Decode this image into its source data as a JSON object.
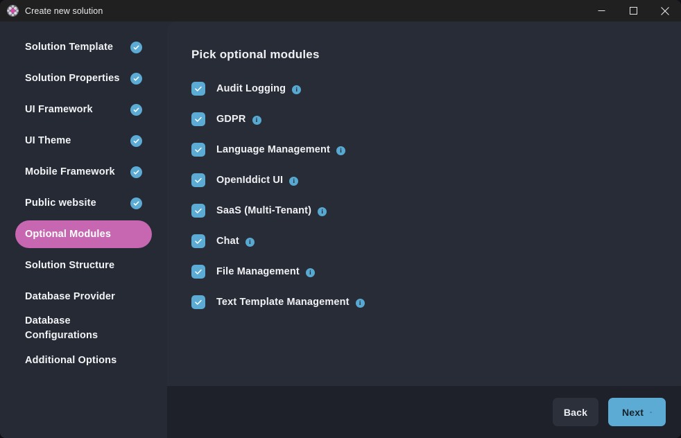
{
  "window": {
    "title": "Create new solution",
    "icon": "abp-logo-icon",
    "controls": [
      {
        "name": "minimize-button",
        "glyph": "minimize"
      },
      {
        "name": "maximize-button",
        "glyph": "maximize"
      },
      {
        "name": "close-button",
        "glyph": "close"
      }
    ]
  },
  "sidebar": {
    "items": [
      {
        "label": "Solution Template",
        "completed": true,
        "active": false
      },
      {
        "label": "Solution Properties",
        "completed": true,
        "active": false
      },
      {
        "label": "UI Framework",
        "completed": true,
        "active": false
      },
      {
        "label": "UI Theme",
        "completed": true,
        "active": false
      },
      {
        "label": "Mobile Framework",
        "completed": true,
        "active": false
      },
      {
        "label": "Public website",
        "completed": true,
        "active": false
      },
      {
        "label": "Optional Modules",
        "completed": false,
        "active": true
      },
      {
        "label": "Solution Structure",
        "completed": false,
        "active": false
      },
      {
        "label": "Database Provider",
        "completed": false,
        "active": false
      },
      {
        "label": "Database Configurations",
        "completed": false,
        "active": false
      },
      {
        "label": "Additional Options",
        "completed": false,
        "active": false
      }
    ]
  },
  "main": {
    "heading": "Pick optional modules",
    "modules": [
      {
        "label": "Audit Logging",
        "checked": true,
        "info": "i"
      },
      {
        "label": "GDPR",
        "checked": true,
        "info": "i"
      },
      {
        "label": "Language Management",
        "checked": true,
        "info": "i"
      },
      {
        "label": "OpenIddict UI",
        "checked": true,
        "info": "i"
      },
      {
        "label": "SaaS (Multi-Tenant)",
        "checked": true,
        "info": "i"
      },
      {
        "label": "Chat",
        "checked": true,
        "info": "i"
      },
      {
        "label": "File Management",
        "checked": true,
        "info": "i"
      },
      {
        "label": "Text Template Management",
        "checked": true,
        "info": "i"
      }
    ]
  },
  "footer": {
    "back_label": "Back",
    "next_label": "Next"
  },
  "colors": {
    "titlebar_bg": "#202020",
    "sidebar_bg": "#252a35",
    "panel_bg": "#282c36",
    "footer_bg": "#1e2129",
    "accent_blue": "#5cabd4",
    "accent_pink": "#c766b1",
    "text_primary": "#f0f1f4"
  }
}
